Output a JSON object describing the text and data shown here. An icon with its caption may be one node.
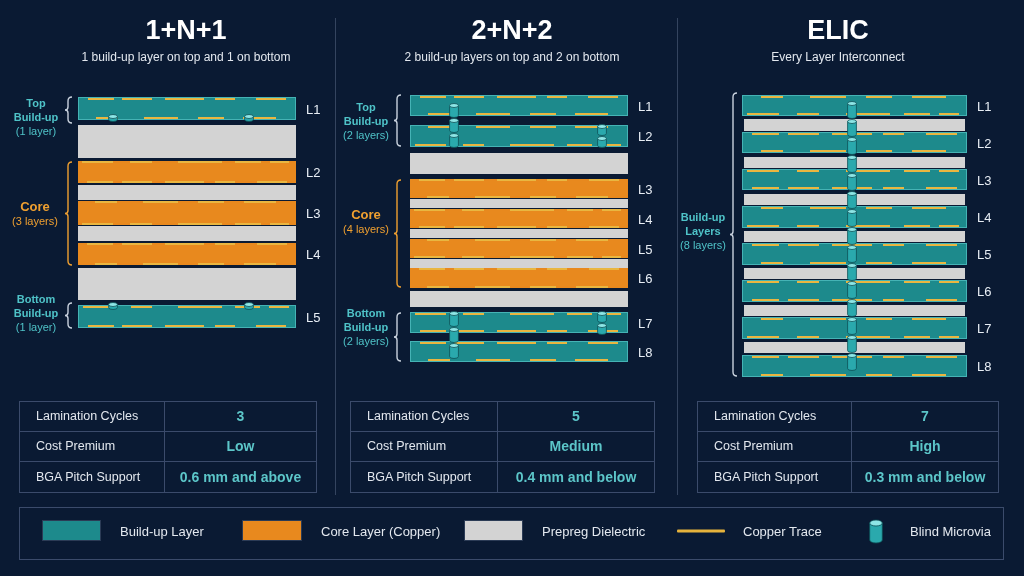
{
  "diagram": {
    "nodes": [
      {
        "text": [],
        "shape": "bar",
        "beside": [
          "L1"
        ]
      },
      {
        "text": [],
        "shape": "bar"
      },
      {
        "text": [],
        "shape": "bar",
        "beside": [
          "L2"
        ]
      },
      {
        "text": [],
        "shape": "bar"
      },
      {
        "text": [],
        "shape": "bar",
        "beside": [
          "L3"
        ]
      },
      {
        "text": [],
        "shape": "bar"
      },
      {
        "text": [],
        "shape": "bar",
        "beside": [
          "L4"
        ]
      },
      {
        "text": [],
        "shape": "bar"
      },
      {
        "text": [],
        "shape": "bar",
        "beside": [
          "L5"
        ]
      },
      {
        "text": [],
        "shape": "bar",
        "beside": [
          "L1"
        ]
      },
      {
        "text": [],
        "shape": "bar",
        "beside": [
          "L2"
        ]
      },
      {
        "text": [],
        "shape": "bar"
      },
      {
        "text": [],
        "shape": "bar",
        "beside": [
          "L3"
        ]
      },
      {
        "text": [],
        "shape": "bar"
      },
      {
        "text": [],
        "shape": "bar",
        "beside": [
          "L4"
        ]
      },
      {
        "text": [],
        "shape": "bar"
      },
      {
        "text": [],
        "shape": "bar",
        "beside": [
          "L5"
        ]
      },
      {
        "text": [],
        "shape": "bar"
      },
      {
        "text": [],
        "shape": "bar",
        "beside": [
          "L6"
        ]
      },
      {
        "text": [],
        "shape": "bar"
      },
      {
        "text": [],
        "shape": "bar",
        "beside": [
          "L7"
        ]
      },
      {
        "text": [],
        "shape": "bar",
        "beside": [
          "L8"
        ]
      },
      {
        "text": [],
        "shape": "bar",
        "beside": [
          "L1"
        ]
      },
      {
        "text": [],
        "shape": "bar"
      },
      {
        "text": [],
        "shape": "bar",
        "beside": [
          "L2"
        ]
      },
      {
        "text": [],
        "shape": "bar"
      },
      {
        "text": [],
        "shape": "bar",
        "beside": [
          "L3"
        ]
      },
      {
        "text": [],
        "shape": "bar"
      },
      {
        "text": [],
        "shape": "bar",
        "beside": [
          "L4"
        ]
      },
      {
        "text": [],
        "shape": "bar"
      },
      {
        "text": [],
        "shape": "bar",
        "beside": [
          "L5"
        ]
      },
      {
        "text": [],
        "shape": "bar"
      },
      {
        "text": [],
        "shape": "bar",
        "beside": [
          "L6"
        ]
      },
      {
        "text": [],
        "shape": "bar"
      },
      {
        "text": [],
        "shape": "bar",
        "beside": [
          "L7"
        ]
      },
      {
        "text": [],
        "shape": "bar"
      },
      {
        "text": [],
        "shape": "bar",
        "beside": [
          "L8"
        ]
      }
    ],
    "labels": [
      "1+N+1",
      "1 build-up layer on top and 1 on bottom",
      "**Top Build-up** (1 layer)",
      "**Core** (3 layers)",
      "**Bottom Build-up** (1 layer)",
      "2+N+2",
      "2 build-up layers on top and 2 on bottom",
      "**Top Build-up** (2 layers)",
      "**Core** (4 layers)",
      "**Bottom Build-up** (2 layers)",
      "ELIC",
      "Every Layer Interconnect",
      "**Build-up Layers** (8 layers)",
      "Lamination Cycles",
      "3",
      "Cost Premium",
      "Low",
      "BGA Pitch Support",
      "0.6 mm and above",
      "Lamination Cycles",
      "5",
      "Cost Premium",
      "Medium",
      "BGA Pitch Support",
      "0.4 mm and below",
      "Lamination Cycles",
      "7",
      "Cost Premium",
      "High",
      "BGA Pitch Support",
      "0.3 mm and below"
    ],
    "legend": [
      {
        "text": "Build-up Layer",
        "color": "#1d8a8c"
      },
      {
        "text": "Core Layer (Copper)",
        "color": "#e8891e"
      },
      {
        "text": "Prepreg Dielectric",
        "color": "#d3d3d3"
      },
      {
        "text": "Copper Trace"
      },
      {
        "text": "Blind Microvia"
      }
    ]
  }
}
